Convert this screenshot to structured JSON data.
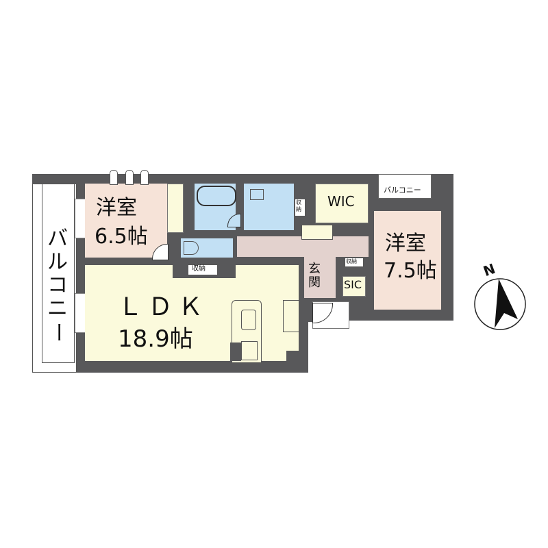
{
  "floorplan": {
    "rooms": {
      "western_room_1": {
        "name": "洋室",
        "size": "6.5帖"
      },
      "western_room_2": {
        "name": "洋室",
        "size": "7.5帖"
      },
      "ldk": {
        "name": "ＬＤＫ",
        "size": "18.9帖"
      },
      "wic": {
        "name": "WIC"
      },
      "sic": {
        "name": "SIC"
      },
      "entrance": {
        "name": "玄\n関",
        "line1": "玄",
        "line2": "関"
      }
    },
    "storage": {
      "hall_storage": "収納",
      "ldk_storage": "収納",
      "washroom_storage_line1": "収",
      "washroom_storage_line2": "納",
      "entrance_storage": "収納"
    },
    "balconies": {
      "west": {
        "name": "バルコニー",
        "chars": [
          "バ",
          "ル",
          "コ",
          "ニ",
          "ー"
        ]
      },
      "north_east": {
        "name": "バルコニー"
      }
    },
    "compass": {
      "label": "N"
    },
    "colors": {
      "wall": "#58585a",
      "western_room": "#f6e3d8",
      "ldk": "#fbfadc",
      "wet_area": "#c2e0f4",
      "hall": "#e3d2ce"
    }
  }
}
